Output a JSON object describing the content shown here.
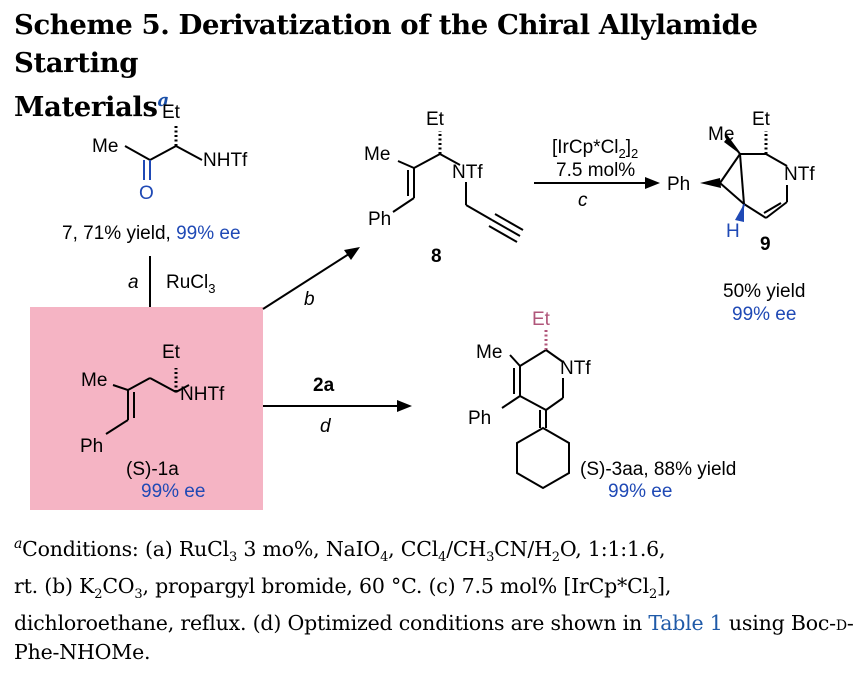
{
  "title": {
    "line1": "Scheme 5. Derivatization of the Chiral Allylamide Starting",
    "line2": "Materials",
    "footnote_mark": "a"
  },
  "scheme": {
    "compound7": {
      "me": "Me",
      "et": "Et",
      "nhtf": "NHTf",
      "o": "O",
      "number": "7",
      "yield": ", 71% yield, ",
      "ee": "99% ee"
    },
    "step_a": {
      "letter": "a",
      "reagent": "RuCl3"
    },
    "step_b": {
      "letter": "b"
    },
    "compound1a": {
      "me": "Me",
      "et": "Et",
      "nhtf": "NHTf",
      "ph": "Ph",
      "stereo": "S",
      "number": "1a",
      "ee": "99% ee"
    },
    "compound8": {
      "me": "Me",
      "et": "Et",
      "ntf": "NTf",
      "ph": "Ph",
      "number": "8"
    },
    "step_c": {
      "reagent_line1": "[IrCp*Cl2]2",
      "reagent_line2": "7.5 mol%",
      "letter": "c"
    },
    "compound9": {
      "me": "Me",
      "et": "Et",
      "ntf": "NTf",
      "ph": "Ph",
      "h": "H",
      "number": "9",
      "yield": "50% yield",
      "ee": "99% ee"
    },
    "step_d": {
      "reagent": "2a",
      "letter": "d"
    },
    "compound3aa": {
      "me": "Me",
      "et": "Et",
      "ntf": "NTf",
      "ph": "Ph",
      "stereo": "S",
      "number": "3aa",
      "yield": ", 88% yield",
      "ee": "99% ee"
    }
  },
  "footnote": {
    "mark": "a",
    "text_1": "Conditions: (a) RuCl",
    "text_2": " 3 mo%, NaIO",
    "text_3": ", CCl",
    "text_4": "/CH",
    "text_5": "CN/H",
    "text_6": "O, 1:1:1.6,",
    "text_7": "rt. (b) K",
    "text_8": "CO",
    "text_9": ", propargyl bromide, 60 °C. (c) 7.5 mol% [IrCp*Cl",
    "text_10": "],",
    "text_11": "dichloroethane, reflux. (d) Optimized conditions are shown in ",
    "link_text": "Table 1",
    "text_12": " using Boc-",
    "small_caps": "d",
    "text_13": "-Phe-NHOMe."
  },
  "colors": {
    "highlight_box": "#f5b4c4",
    "blue_text": "#1f49b5",
    "link": "#1f5aa8",
    "pink_label": "#b0567a"
  }
}
